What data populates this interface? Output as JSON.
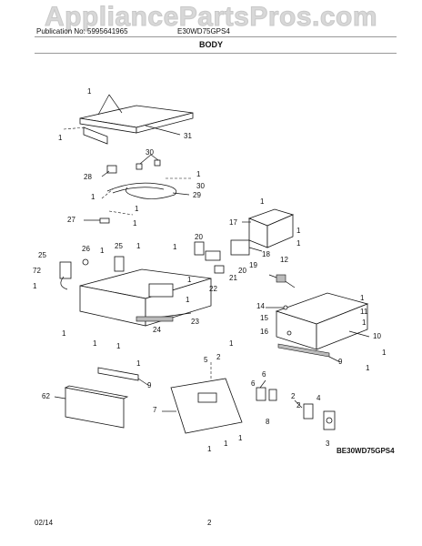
{
  "watermark": "AppliancePartsPros.com",
  "header": {
    "publication": "Publication No: 5995641965",
    "model": "E30WD75GPS4"
  },
  "section_title": "BODY",
  "diagram_code": "BE30WD75GPS4",
  "footer": {
    "date": "02/14",
    "page": "2"
  },
  "callouts": [
    {
      "label": "1"
    },
    {
      "label": "1"
    },
    {
      "label": "31"
    },
    {
      "label": "28"
    },
    {
      "label": "30"
    },
    {
      "label": "1"
    },
    {
      "label": "30"
    },
    {
      "label": "1"
    },
    {
      "label": "29"
    },
    {
      "label": "1"
    },
    {
      "label": "27"
    },
    {
      "label": "1"
    },
    {
      "label": "1"
    },
    {
      "label": "17"
    },
    {
      "label": "1"
    },
    {
      "label": "1"
    },
    {
      "label": "1"
    },
    {
      "label": "20"
    },
    {
      "label": "18"
    },
    {
      "label": "19"
    },
    {
      "label": "20"
    },
    {
      "label": "21"
    },
    {
      "label": "25"
    },
    {
      "label": "26"
    },
    {
      "label": "1"
    },
    {
      "label": "25"
    },
    {
      "label": "1"
    },
    {
      "label": "1"
    },
    {
      "label": "72"
    },
    {
      "label": "12"
    },
    {
      "label": "1"
    },
    {
      "label": "22"
    },
    {
      "label": "1"
    },
    {
      "label": "14"
    },
    {
      "label": "1"
    },
    {
      "label": "11"
    },
    {
      "label": "15"
    },
    {
      "label": "1"
    },
    {
      "label": "16"
    },
    {
      "label": "23"
    },
    {
      "label": "24"
    },
    {
      "label": "1"
    },
    {
      "label": "1"
    },
    {
      "label": "1"
    },
    {
      "label": "10"
    },
    {
      "label": "1"
    },
    {
      "label": "1"
    },
    {
      "label": "1"
    },
    {
      "label": "9"
    },
    {
      "label": "1"
    },
    {
      "label": "9"
    },
    {
      "label": "62"
    },
    {
      "label": "5"
    },
    {
      "label": "2"
    },
    {
      "label": "6"
    },
    {
      "label": "6"
    },
    {
      "label": "7"
    },
    {
      "label": "8"
    },
    {
      "label": "2"
    },
    {
      "label": "4"
    },
    {
      "label": "2"
    },
    {
      "label": "1"
    },
    {
      "label": "1"
    },
    {
      "label": "1"
    },
    {
      "label": "3"
    }
  ]
}
